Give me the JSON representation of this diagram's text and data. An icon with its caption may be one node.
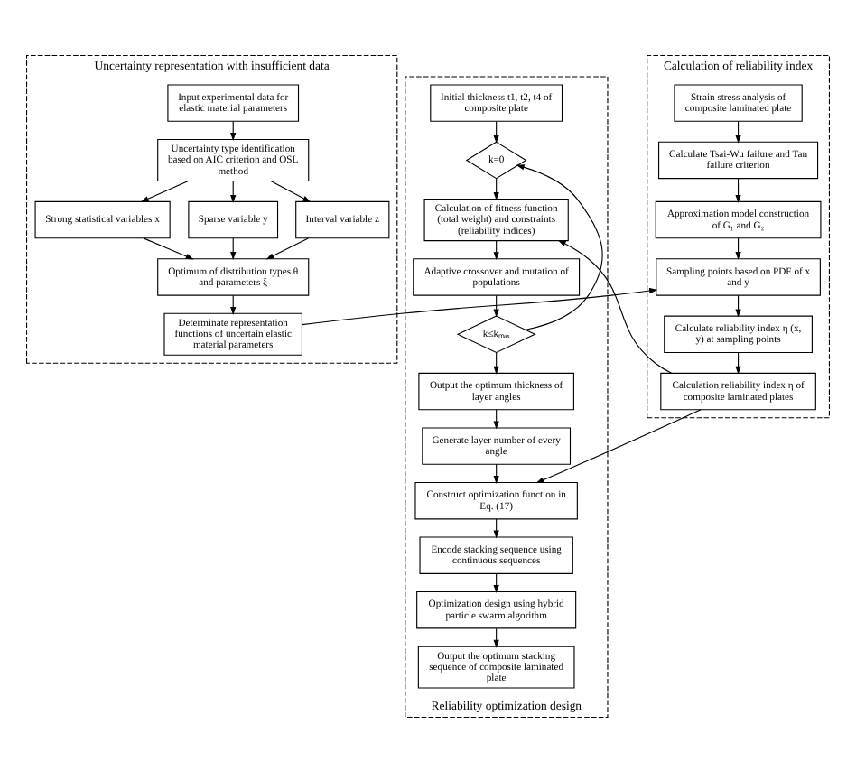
{
  "diagram": {
    "nodes": [
      {
        "text": [
          "Uncertainty representation with insufficient data"
        ]
      },
      {
        "text": [
          "Input experimental data for elastic material parameters"
        ],
        "in": 0
      },
      {
        "text": [
          "Uncertainty type identification based on AIC criterion and OSL method"
        ],
        "in": 0
      },
      {
        "text": [
          "Strong statistical variables x"
        ],
        "in": 0
      },
      {
        "text": [
          "Sparse variable y"
        ],
        "in": 0
      },
      {
        "text": [
          "Interval variable z"
        ],
        "in": 0
      },
      {
        "text": [
          "Optimum of distribution types θ and parameters ξ"
        ],
        "in": 0
      },
      {
        "text": [
          "Determinate representation functions of uncertain elastic material parameters"
        ],
        "in": 0
      },
      {
        "text": [
          "Calculation of reliability index"
        ]
      },
      {
        "text": [
          "Strain stress analysis of composite laminated plate"
        ],
        "in": 8
      },
      {
        "text": [
          "Calculate Tsai-Wu failure and Tan failure criterion"
        ],
        "in": 8
      },
      {
        "text": [
          "Approximation model construction of G₁ and G₂"
        ],
        "in": 8
      },
      {
        "text": [
          "Sampling points based on PDF of x and y"
        ],
        "in": 8
      },
      {
        "text": [
          "Calculate reliability index η (x, y) at sampling points"
        ],
        "in": 8
      },
      {
        "text": [
          "Calculation reliability index η of composite laminated plates"
        ],
        "in": 8
      },
      {
        "text": [
          "Reliability optimization design"
        ]
      },
      {
        "text": [
          "Initial thickness t1, t2, t4 of composite plate"
        ],
        "in": 15
      },
      {
        "text": [
          "k=0"
        ],
        "in": 15
      },
      {
        "text": [
          "Calculation of fitness function (total weight) and constraints (reliability indices)"
        ],
        "in": 15
      },
      {
        "text": [
          "Adaptive crossover and mutation of populations"
        ],
        "in": 15
      },
      {
        "text": [
          "k≤kₘₐₓ"
        ],
        "in": 15
      },
      {
        "text": [
          "Output the optimum thickness of layer angles"
        ],
        "in": 15
      },
      {
        "text": [
          "Generate layer number of every angle"
        ],
        "in": 15
      },
      {
        "text": [
          "Construct optimization function in Eq. (17)"
        ],
        "in": 15
      },
      {
        "text": [
          "Encode stacking sequence using continuous sequences"
        ],
        "in": 15
      },
      {
        "text": [
          "Optimization design using hybrid particle swarm algorithm"
        ],
        "in": 15
      },
      {
        "text": [
          "Output the optimum stacking sequence of composite laminated plate"
        ],
        "in": 15
      }
    ],
    "edges": [
      {
        "from": 1,
        "to": 2,
        "arrow": "to"
      },
      {
        "from": 2,
        "to": 3,
        "arrow": "to"
      },
      {
        "from": 2,
        "to": 4,
        "arrow": "to"
      },
      {
        "from": 2,
        "to": 5,
        "arrow": "to"
      },
      {
        "from": 3,
        "to": 6,
        "arrow": "to"
      },
      {
        "from": 4,
        "to": 6,
        "arrow": "to"
      },
      {
        "from": 5,
        "to": 6,
        "arrow": "to"
      },
      {
        "from": 6,
        "to": 7,
        "arrow": "to"
      },
      {
        "from": 7,
        "to": 12,
        "arrow": "to"
      },
      {
        "from": 9,
        "to": 10,
        "arrow": "to"
      },
      {
        "from": 10,
        "to": 11,
        "arrow": "to"
      },
      {
        "from": 11,
        "to": 12,
        "arrow": "to"
      },
      {
        "from": 12,
        "to": 13,
        "arrow": "to"
      },
      {
        "from": 13,
        "to": 14,
        "arrow": "to"
      },
      {
        "from": 14,
        "to": 18,
        "arrow": "to"
      },
      {
        "from": 14,
        "to": 23,
        "arrow": "to"
      },
      {
        "from": 16,
        "to": 17,
        "arrow": "to"
      },
      {
        "from": 17,
        "to": 18,
        "arrow": "to"
      },
      {
        "from": 18,
        "to": 19,
        "arrow": "to"
      },
      {
        "from": 19,
        "to": 20,
        "arrow": "to"
      },
      {
        "from": 20,
        "to": 17,
        "arrow": "to"
      },
      {
        "from": 20,
        "to": 21,
        "arrow": "to"
      },
      {
        "from": 21,
        "to": 22,
        "arrow": "to"
      },
      {
        "from": 22,
        "to": 23,
        "arrow": "to"
      },
      {
        "from": 23,
        "to": 24,
        "arrow": "to"
      },
      {
        "from": 24,
        "to": 25,
        "arrow": "to"
      },
      {
        "from": 25,
        "to": 26,
        "arrow": "to"
      }
    ]
  }
}
